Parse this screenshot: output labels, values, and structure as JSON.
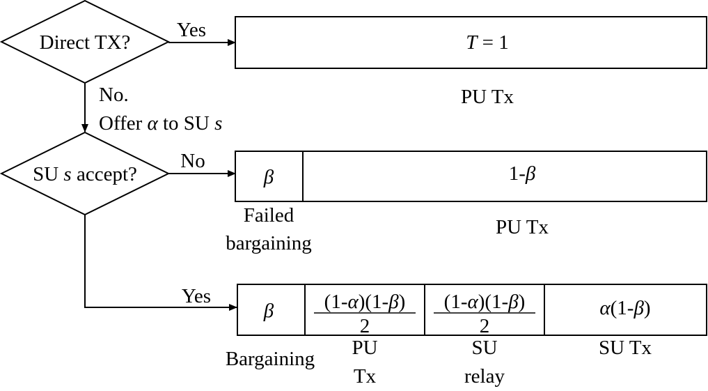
{
  "decisions": {
    "direct_tx": {
      "label": "Direct TX?"
    },
    "su_accept": {
      "label_prefix": "SU ",
      "label_var": "s",
      "label_suffix": " accept?"
    }
  },
  "edges": {
    "direct_yes": {
      "label": "Yes"
    },
    "direct_no": {
      "line1": "No.",
      "line2_prefix": "Offer ",
      "line2_alpha": "α",
      "line2_middle": " to SU ",
      "line2_var": "s"
    },
    "accept_no": {
      "label": "No"
    },
    "accept_yes": {
      "label": "Yes"
    }
  },
  "rows": {
    "direct": {
      "bar_var": "T",
      "bar_eq": " = 1",
      "caption": "PU Tx"
    },
    "rejected": {
      "beta": "β",
      "rest_prefix": "1-",
      "rest_beta": "β",
      "caption_left_1": "Failed",
      "caption_left_2": "bargaining",
      "caption_right": "PU Tx"
    },
    "accepted": {
      "beta": "β",
      "frac_open": "(1-",
      "frac_alpha": "α",
      "frac_mid": ")(1-",
      "frac_beta": "β",
      "frac_close": ")",
      "frac_den": "2",
      "last_alpha": "α",
      "last_mid": "(1-",
      "last_beta": "β",
      "last_close": ")",
      "caption_bargaining": "Bargaining",
      "caption_pu_1": "PU",
      "caption_pu_2": "Tx",
      "caption_su_1": "SU",
      "caption_su_2": "relay",
      "caption_sutx": "SU Tx"
    }
  }
}
